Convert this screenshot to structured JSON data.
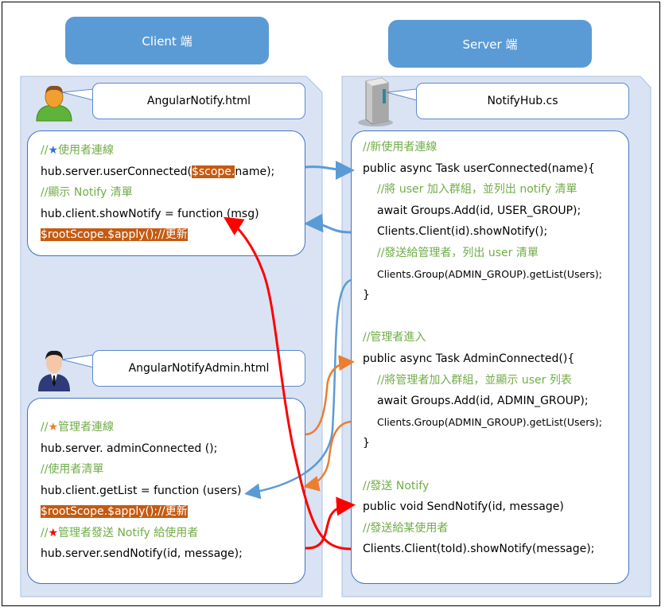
{
  "client": {
    "header": "Client 端",
    "user_file": "AngularNotify.html",
    "admin_file": "AngularNotifyAdmin.html",
    "user_code": [
      {
        "parts": [
          {
            "t": "//",
            "c": "cm"
          },
          {
            "t": "★",
            "c": "star-blue"
          },
          {
            "t": "使用者連線",
            "c": "cm"
          }
        ]
      },
      {
        "parts": [
          {
            "t": "hub.server.userConnected(",
            "c": ""
          },
          {
            "t": "$scope.",
            "c": "hl"
          },
          {
            "t": "name);",
            "c": ""
          }
        ]
      },
      {
        "parts": [
          {
            "t": "//顯示 Notify 清單",
            "c": "cm"
          }
        ]
      },
      {
        "parts": [
          {
            "t": "hub.client.showNotify = function (msg)",
            "c": ""
          }
        ]
      },
      {
        "parts": [
          {
            "t": "$rootScope.$apply();//更新",
            "c": "hl"
          }
        ]
      }
    ],
    "admin_code": [
      {
        "parts": [
          {
            "t": "//",
            "c": "cm"
          },
          {
            "t": "★",
            "c": "star-orange"
          },
          {
            "t": "管理者連線",
            "c": "cm"
          }
        ]
      },
      {
        "parts": [
          {
            "t": "hub.server. adminConnected ();",
            "c": ""
          }
        ]
      },
      {
        "parts": [
          {
            "t": "//使用者清單",
            "c": "cm"
          }
        ]
      },
      {
        "parts": [
          {
            "t": "hub.client.getList = function (users)",
            "c": ""
          }
        ]
      },
      {
        "parts": [
          {
            "t": "$rootScope.$apply();//更新",
            "c": "hl"
          }
        ]
      },
      {
        "parts": [
          {
            "t": "//",
            "c": "cm"
          },
          {
            "t": "★",
            "c": "star-red"
          },
          {
            "t": "管理者發送 Notify 給使用者",
            "c": "cm"
          }
        ]
      },
      {
        "parts": [
          {
            "t": "hub.server.sendNotify(id, message);",
            "c": ""
          }
        ]
      }
    ]
  },
  "server": {
    "header": "Server 端",
    "file": "NotifyHub.cs",
    "code": [
      {
        "parts": [
          {
            "t": "//新使用者連線",
            "c": "cm"
          }
        ]
      },
      {
        "parts": [
          {
            "t": "public async Task userConnected(name){",
            "c": ""
          }
        ]
      },
      {
        "indent": true,
        "parts": [
          {
            "t": "//將 user 加入群組，並列出 notify 清單",
            "c": "cm"
          }
        ]
      },
      {
        "indent": true,
        "parts": [
          {
            "t": "await Groups.Add(id, USER_GROUP);",
            "c": ""
          }
        ]
      },
      {
        "indent": true,
        "parts": [
          {
            "t": "Clients.Client(id).showNotify();",
            "c": ""
          }
        ]
      },
      {
        "indent": true,
        "parts": [
          {
            "t": "//發送給管理者，列出 user 清單",
            "c": "cm"
          }
        ]
      },
      {
        "indent": true,
        "small": true,
        "parts": [
          {
            "t": "Clients.Group(ADMIN_GROUP).getList(Users);",
            "c": ""
          }
        ]
      },
      {
        "parts": [
          {
            "t": "}",
            "c": ""
          }
        ]
      },
      {
        "blank": true,
        "parts": []
      },
      {
        "parts": [
          {
            "t": "//管理者進入",
            "c": "cm"
          }
        ]
      },
      {
        "parts": [
          {
            "t": "public async Task AdminConnected(){",
            "c": ""
          }
        ]
      },
      {
        "indent": true,
        "parts": [
          {
            "t": "//將管理者加入群組，並顯示 user 列表",
            "c": "cm"
          }
        ]
      },
      {
        "indent": true,
        "parts": [
          {
            "t": "await Groups.Add(id, ADMIN_GROUP);",
            "c": ""
          }
        ]
      },
      {
        "indent": true,
        "small": true,
        "parts": [
          {
            "t": "Clients.Group(ADMIN_GROUP).getList(Users);",
            "c": ""
          }
        ]
      },
      {
        "parts": [
          {
            "t": "}",
            "c": ""
          }
        ]
      },
      {
        "blank": true,
        "parts": []
      },
      {
        "parts": [
          {
            "t": "//發送 Notify",
            "c": "cm"
          }
        ]
      },
      {
        "parts": [
          {
            "t": "public void SendNotify(id, message)",
            "c": ""
          }
        ]
      },
      {
        "parts": [
          {
            "t": "//發送給某使用者",
            "c": "cm"
          }
        ]
      },
      {
        "parts": [
          {
            "t": "Clients.Client(toId).showNotify(message);",
            "c": ""
          }
        ]
      }
    ]
  },
  "colors": {
    "arrow_blue": "#5b9bd5",
    "arrow_orange": "#ed7d31",
    "arrow_red": "#ff0000",
    "comment_green": "#70ad47",
    "highlight": "#c55a11"
  },
  "arrows": [
    {
      "from": "client.userConnected",
      "to": "server.userConnected",
      "color": "blue"
    },
    {
      "from": "server.showNotify",
      "to": "client.showNotify",
      "color": "blue"
    },
    {
      "from": "server.getList(user)",
      "to": "client.getList",
      "color": "blue"
    },
    {
      "from": "client.adminConnected",
      "to": "server.AdminConnected",
      "color": "orange"
    },
    {
      "from": "server.getList(admin)",
      "to": "client.getList",
      "color": "orange"
    },
    {
      "from": "client.sendNotify",
      "to": "server.SendNotify",
      "color": "red"
    },
    {
      "from": "server.Client(toId).showNotify",
      "to": "client.showNotify",
      "color": "red"
    }
  ]
}
